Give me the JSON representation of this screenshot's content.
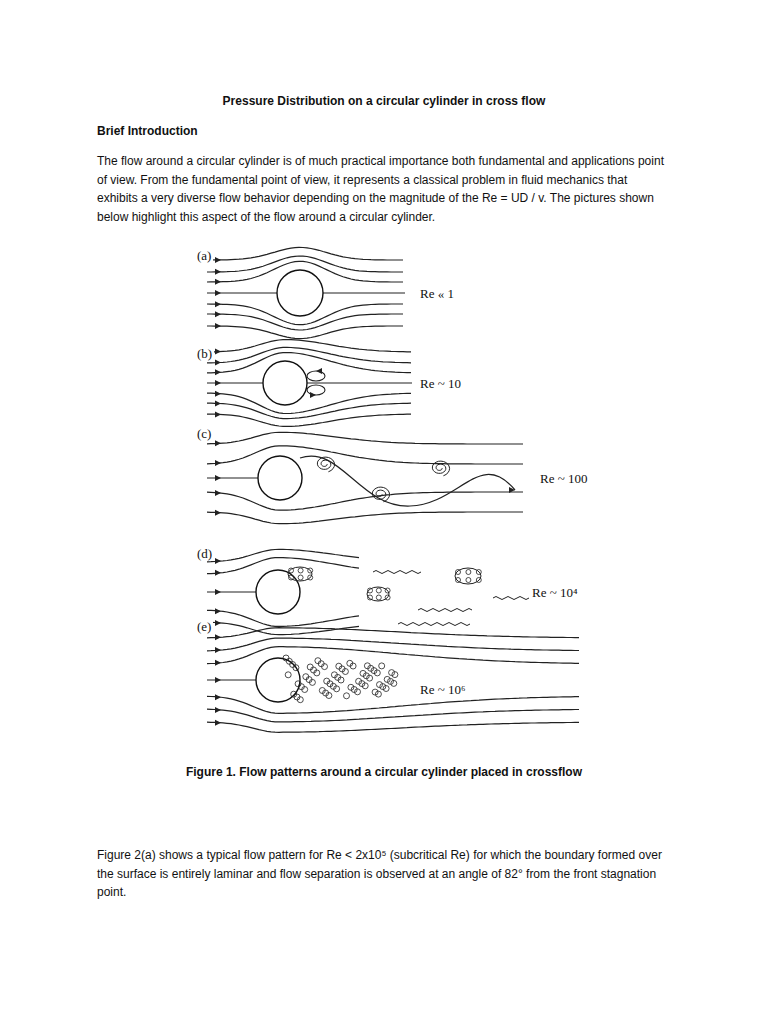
{
  "diagram": {
    "title": "Pressure Distribution on a circular cylinder in cross flow",
    "caption": "Figure 1.  Flow patterns around a circular cylinder placed in crossflow",
    "labels": [
      "Brief Introduction",
      "The flow around a circular cylinder is of much practical importance both fundamental and applications point of view.  From the fundamental point of view, it represents a classical problem in fluid mechanics that exhibits a very diverse flow behavior depending on the magnitude of the Re = UD / v.  The pictures shown below highlight this aspect of the flow around a circular cylinder.",
      "(a)",
      "Re « 1",
      "(b)",
      "Re ~ 10",
      "(c)",
      "Re ~ 100",
      "(d)",
      "Re ~ 10⁴",
      "(e)",
      "Re ~ 10⁶",
      "Figure 2(a) shows a typical flow pattern for Re < 2x10⁵ (subcritical Re) for which the boundary formed over the surface is entirely laminar and flow separation is observed at an angle of 82° from the front stagnation point."
    ]
  }
}
